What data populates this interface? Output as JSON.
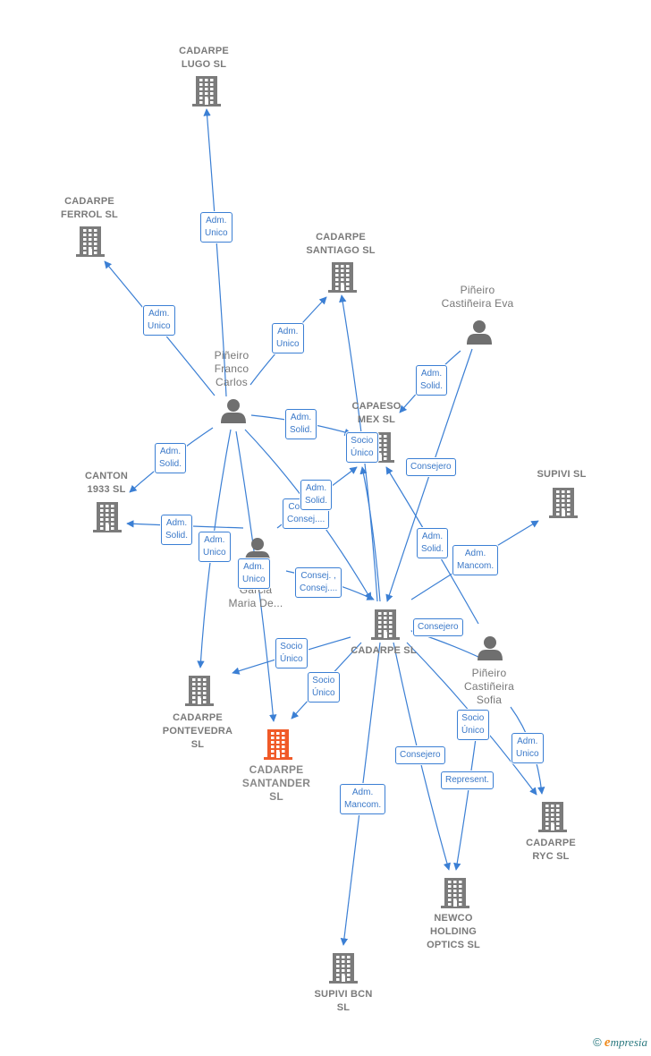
{
  "colors": {
    "edge": "#3b7fd4",
    "building": "#7b7b7b",
    "focus": "#f05a28",
    "person": "#6f6f6f"
  },
  "nodes": [
    {
      "id": "cadarpe-lugo",
      "label": "CADARPE\nLUGO SL",
      "kind": "company"
    },
    {
      "id": "cadarpe-ferrol",
      "label": "CADARPE\nFERROL  SL",
      "kind": "company"
    },
    {
      "id": "cadarpe-santiago",
      "label": "CADARPE\nSANTIAGO  SL",
      "kind": "company"
    },
    {
      "id": "pineiro-eva",
      "label": "Piñeiro\nCastiñeira Eva",
      "kind": "person"
    },
    {
      "id": "pineiro-carlos",
      "label": "Piñeiro\nFranco\nCarlos",
      "kind": "person"
    },
    {
      "id": "capaeso",
      "label": "CAPAESO\nMEX  SL",
      "kind": "company"
    },
    {
      "id": "supivi",
      "label": "SUPIVI SL",
      "kind": "company"
    },
    {
      "id": "canton",
      "label": "CANTON\n1933  SL",
      "kind": "company"
    },
    {
      "id": "garcia-maria",
      "label": "C        a\nGarcia\nMaria De...",
      "kind": "person"
    },
    {
      "id": "cadarpe-sl",
      "label": "CADARPE SL",
      "kind": "company"
    },
    {
      "id": "pineiro-sofia",
      "label": "Piñeiro\nCastiñeira\nSofia",
      "kind": "person"
    },
    {
      "id": "cadarpe-pontevedra",
      "label": "CADARPE\nPONTEVEDRA\nSL",
      "kind": "company"
    },
    {
      "id": "cadarpe-santander",
      "label": "CADARPE\nSANTANDER\nSL",
      "kind": "focus"
    },
    {
      "id": "cadarpe-ryc",
      "label": "CADARPE\nRYC  SL",
      "kind": "company"
    },
    {
      "id": "newco",
      "label": "NEWCO\nHOLDING\nOPTICS SL",
      "kind": "company"
    },
    {
      "id": "supivi-bcn",
      "label": "SUPIVI BCN\nSL",
      "kind": "company"
    }
  ],
  "edges": [
    {
      "from": "pineiro-carlos",
      "to": "cadarpe-lugo",
      "label": "Adm.\nUnico"
    },
    {
      "from": "pineiro-carlos",
      "to": "cadarpe-ferrol",
      "label": "Adm.\nUnico"
    },
    {
      "from": "pineiro-carlos",
      "to": "cadarpe-santiago",
      "label": "Adm.\nUnico"
    },
    {
      "from": "pineiro-carlos",
      "to": "capaeso",
      "label": "Adm.\nSolid."
    },
    {
      "from": "pineiro-carlos",
      "to": "canton",
      "label": "Adm.\nSolid."
    },
    {
      "from": "pineiro-carlos",
      "to": "cadarpe-pontevedra",
      "label": "Adm.\nUnico"
    },
    {
      "from": "pineiro-carlos",
      "to": "cadarpe-santander",
      "label": "Adm.\nUnico"
    },
    {
      "from": "pineiro-carlos",
      "to": "cadarpe-sl",
      "label": "Consej. ,\nConsej...."
    },
    {
      "from": "pineiro-eva",
      "to": "capaeso",
      "label": "Adm.\nSolid."
    },
    {
      "from": "pineiro-eva",
      "to": "cadarpe-sl",
      "label": "Consejero"
    },
    {
      "from": "cadarpe-sl",
      "to": "capaeso",
      "label": "Socio\nÚnico"
    },
    {
      "from": "cadarpe-sl",
      "to": "cadarpe-santiago",
      "label": ""
    },
    {
      "from": "cadarpe-sl",
      "to": "supivi",
      "label": "Adm.\nMancom."
    },
    {
      "from": "cadarpe-sl",
      "to": "cadarpe-pontevedra",
      "label": "Socio\nÚnico"
    },
    {
      "from": "cadarpe-sl",
      "to": "cadarpe-santander",
      "label": "Socio\nÚnico"
    },
    {
      "from": "cadarpe-sl",
      "to": "supivi-bcn",
      "label": "Adm.\nMancom."
    },
    {
      "from": "cadarpe-sl",
      "to": "newco",
      "label": "Consejero"
    },
    {
      "from": "cadarpe-sl",
      "to": "cadarpe-ryc",
      "label": "Socio\nÚnico"
    },
    {
      "from": "garcia-maria",
      "to": "capaeso",
      "label": "Adm.\nSolid."
    },
    {
      "from": "garcia-maria",
      "to": "canton",
      "label": "Adm.\nSolid."
    },
    {
      "from": "garcia-maria",
      "to": "cadarpe-sl",
      "label": "Consej. ,\nConsej...."
    },
    {
      "from": "pineiro-sofia",
      "to": "capaeso",
      "label": "Adm.\nSolid."
    },
    {
      "from": "pineiro-sofia",
      "to": "cadarpe-sl",
      "label": "Consejero"
    },
    {
      "from": "pineiro-sofia",
      "to": "cadarpe-ryc",
      "label": "Adm.\nUnico"
    },
    {
      "from": "pineiro-sofia",
      "to": "newco",
      "label": "Represent."
    }
  ],
  "footer": {
    "copyright": "©",
    "brand_initial": "e",
    "brand_rest": "mpresia"
  }
}
